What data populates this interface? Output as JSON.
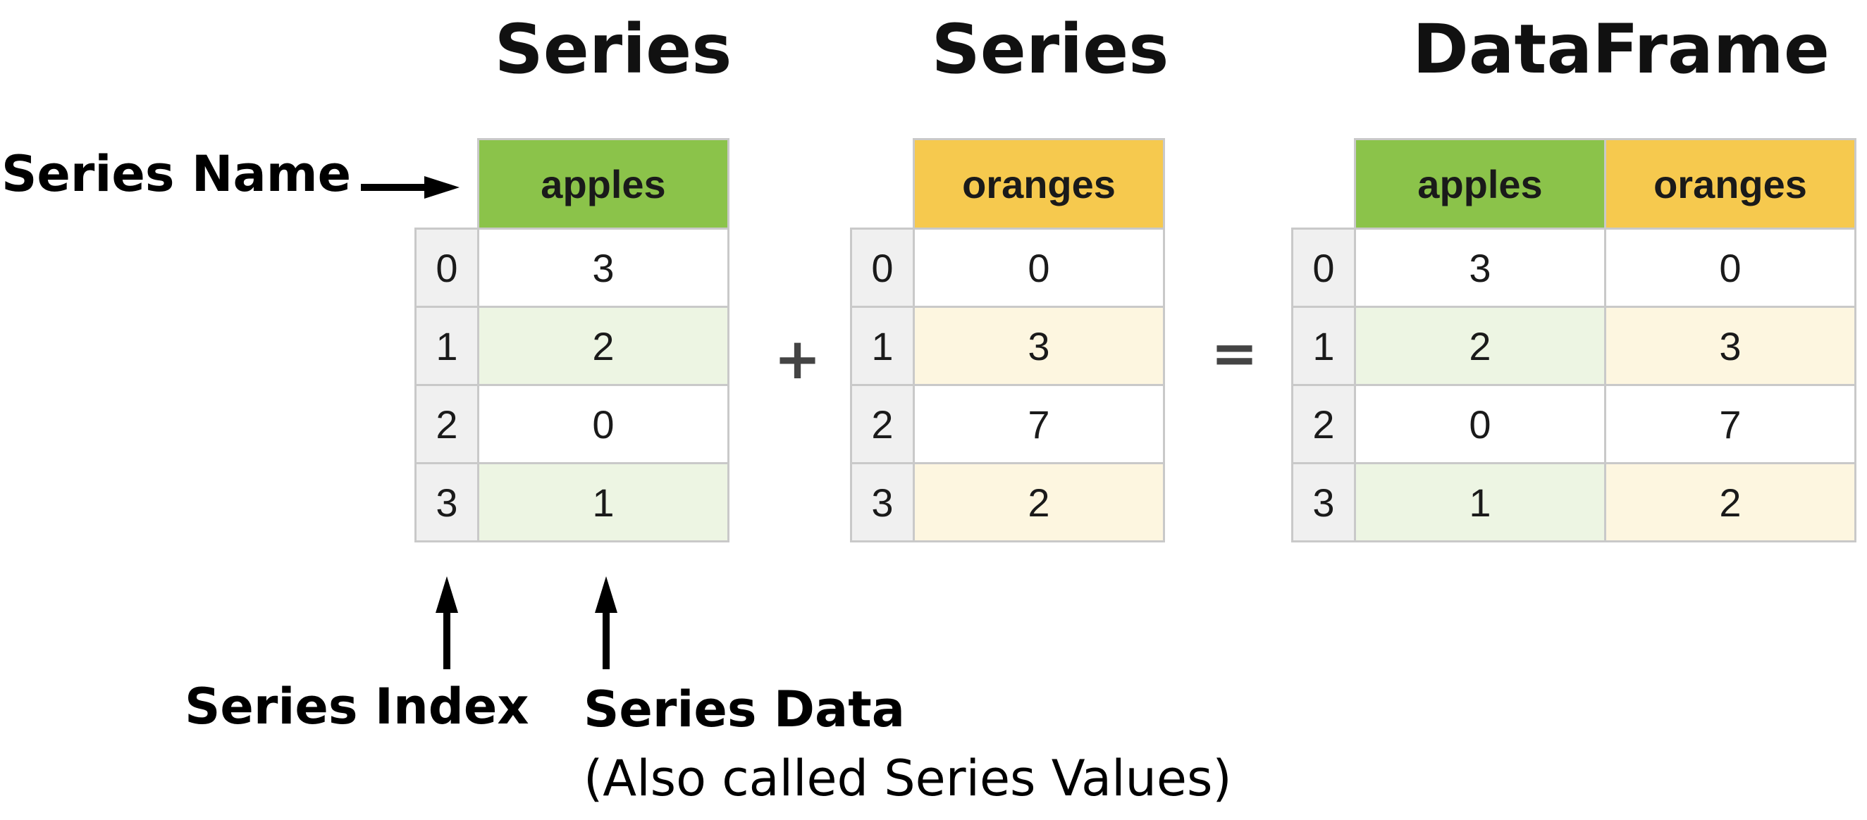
{
  "headings": {
    "series_left": "Series",
    "series_right": "Series",
    "dataframe": "DataFrame"
  },
  "operators": {
    "plus": "+",
    "equals": "="
  },
  "annotations": {
    "series_name": "Series Name",
    "series_index": "Series Index",
    "series_data": "Series Data",
    "series_data_note": "(Also called Series Values)"
  },
  "colors": {
    "apples_header": "#8bc34a",
    "apples_tint": "#edf5e3",
    "oranges_header": "#f6c94e",
    "oranges_tint": "#fdf6e0",
    "index_bg": "#f0f0f0",
    "border": "#c9c9c9"
  },
  "apples_series": {
    "name": "apples",
    "index": [
      "0",
      "1",
      "2",
      "3"
    ],
    "values": [
      "3",
      "2",
      "0",
      "1"
    ]
  },
  "oranges_series": {
    "name": "oranges",
    "index": [
      "0",
      "1",
      "2",
      "3"
    ],
    "values": [
      "0",
      "3",
      "7",
      "2"
    ]
  },
  "dataframe": {
    "columns": [
      "apples",
      "oranges"
    ],
    "index": [
      "0",
      "1",
      "2",
      "3"
    ],
    "rows": [
      [
        "3",
        "0"
      ],
      [
        "2",
        "3"
      ],
      [
        "0",
        "7"
      ],
      [
        "1",
        "2"
      ]
    ]
  }
}
